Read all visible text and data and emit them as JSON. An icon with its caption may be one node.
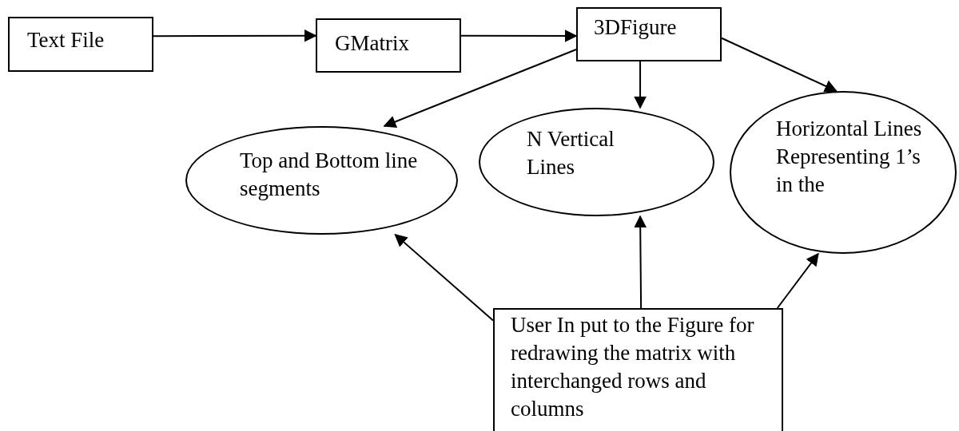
{
  "diagram": {
    "nodes": [
      {
        "text": [
          "Text File"
        ]
      },
      {
        "text": [
          "GMatrix"
        ]
      },
      {
        "text": [
          "3DFigure"
        ]
      },
      {
        "text": [
          "Top and Bottom line segments"
        ]
      },
      {
        "text": [
          "N Vertical Lines"
        ]
      },
      {
        "text": [
          "Horizontal Lines Representing 1’s in the"
        ]
      },
      {
        "text": [
          "User In put to  the Figure for redrawing the matrix with interchanged rows and columns"
        ]
      }
    ],
    "edges": [
      {
        "from": 0,
        "to": 1,
        "arrow": "to"
      },
      {
        "from": 1,
        "to": 2,
        "arrow": "to"
      },
      {
        "from": 2,
        "to": 3,
        "arrow": "to"
      },
      {
        "from": 2,
        "to": 4,
        "arrow": "to"
      },
      {
        "from": 2,
        "to": 5,
        "arrow": "to"
      },
      {
        "from": 6,
        "to": 3,
        "arrow": "to"
      },
      {
        "from": 6,
        "to": 4,
        "arrow": "to"
      },
      {
        "from": 6,
        "to": 5,
        "arrow": "to"
      }
    ]
  }
}
